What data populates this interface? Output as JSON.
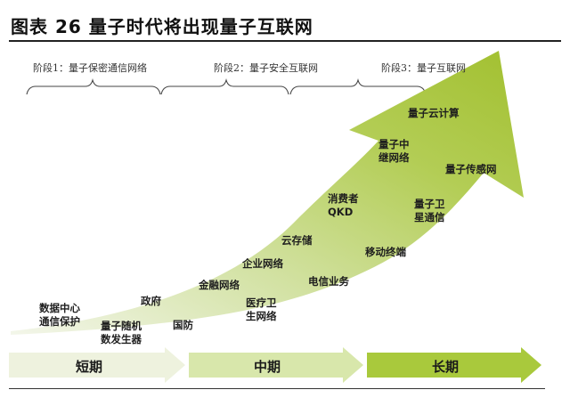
{
  "title": "图表 26 量子时代将出现量子互联网",
  "stages": [
    {
      "label": "阶段1：量子保密通信网络"
    },
    {
      "label": "阶段2：量子安全互联网"
    },
    {
      "label": "阶段3：量子互联网"
    }
  ],
  "applications": {
    "shuju_zhongxin": "数据中心\n通信保护",
    "liangzi_suiji": "量子随机\n数发生器",
    "zhengfu": "政府",
    "guofang": "国防",
    "jinrong": "金融网络",
    "yiliao": "医疗卫\n生网络",
    "qiye": "企业网络",
    "dianxin": "电信业务",
    "yuncunchu": "云存储",
    "xiaofeizhe": "消费者\nQKD",
    "yidong": "移动终端",
    "weixing": "量子卫\n星通信",
    "zhongji": "量子中\n继网络",
    "yunjisuan": "量子云计算",
    "chuangan": "量子传感网"
  },
  "periods": [
    {
      "label": "短期",
      "color": "#eaf0d8"
    },
    {
      "label": "中期",
      "color": "#d6e6a6"
    },
    {
      "label": "长期",
      "color": "#a8c83a"
    }
  ],
  "colors": {
    "arrow_light": "#eef3df",
    "arrow_dark": "#a6c436"
  }
}
